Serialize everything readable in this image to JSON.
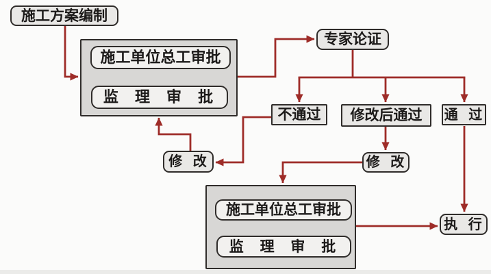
{
  "diagram": {
    "nodes": {
      "plan": {
        "label": "施工方案编制"
      },
      "approval1_chief": {
        "label": "施工单位总工审批"
      },
      "approval1_supervisor": {
        "label": "监 理 审 批"
      },
      "expert_review": {
        "label": "专家论证"
      },
      "not_passed": {
        "label": "不通过"
      },
      "passed_after_revision": {
        "label": "修改后通过"
      },
      "passed": {
        "label": "通 过"
      },
      "revise_1": {
        "label": "修 改"
      },
      "revise_2": {
        "label": "修 改"
      },
      "approval2_chief": {
        "label": "施工单位总工审批"
      },
      "approval2_supervisor": {
        "label": "监 理 审 批"
      },
      "execute": {
        "label": "执 行"
      }
    },
    "edges": [
      {
        "from": "plan",
        "to": "approval_stage_1"
      },
      {
        "from": "approval_stage_1",
        "to": "expert_review"
      },
      {
        "from": "expert_review",
        "to": "not_passed"
      },
      {
        "from": "expert_review",
        "to": "passed_after_revision"
      },
      {
        "from": "expert_review",
        "to": "passed"
      },
      {
        "from": "not_passed",
        "to": "revise_1"
      },
      {
        "from": "revise_1",
        "to": "approval_stage_1"
      },
      {
        "from": "passed_after_revision",
        "to": "revise_2"
      },
      {
        "from": "revise_2",
        "to": "approval_stage_2"
      },
      {
        "from": "passed",
        "to": "execute"
      },
      {
        "from": "approval_stage_2",
        "to": "execute"
      }
    ],
    "colors": {
      "arrow": "#9e2c28",
      "box_border": "#2f2c2a",
      "container_fill": "#d8d7d5",
      "node_fill": "#e9e8e6",
      "inner_fill": "#f2f1ef",
      "text": "#1c1a19",
      "background": "#fbfbfa",
      "edge_strip": "#ebebe9"
    }
  }
}
